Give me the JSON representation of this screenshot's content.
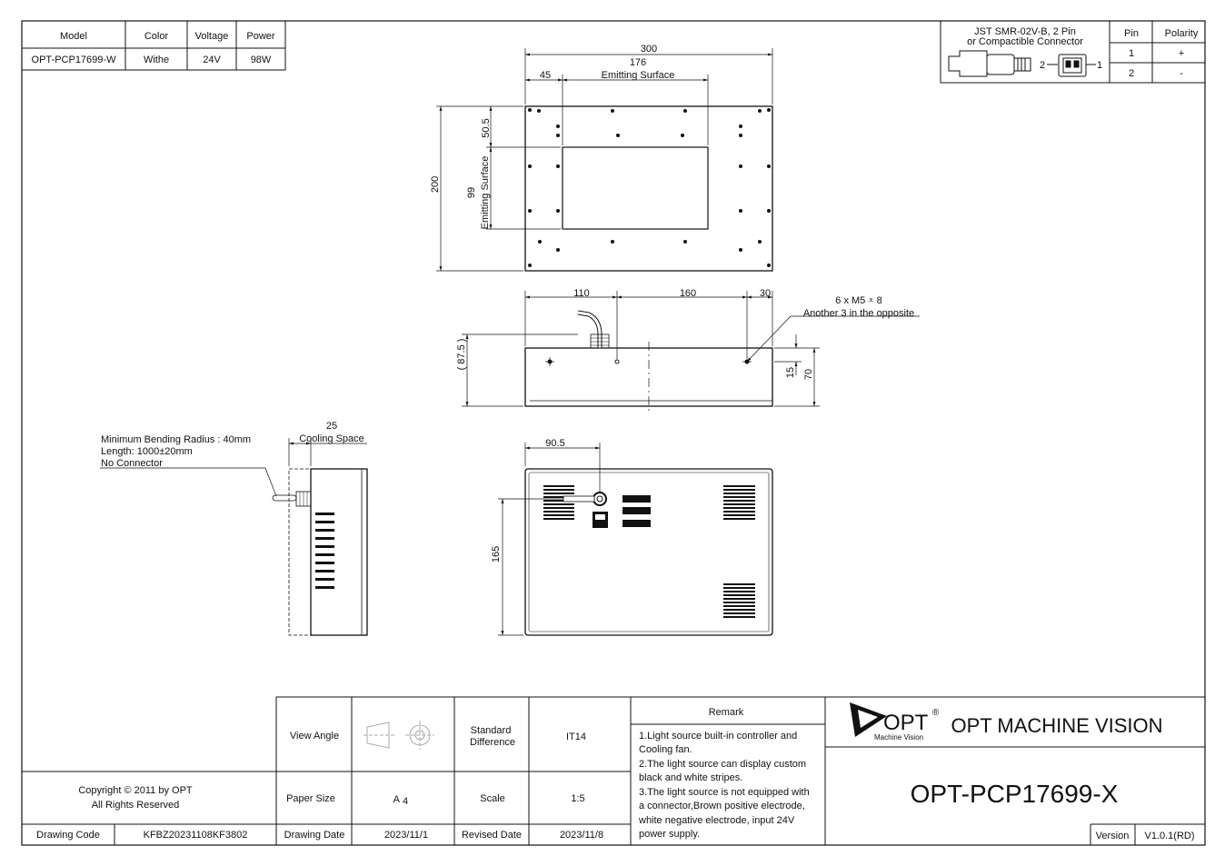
{
  "spec_table": {
    "headers": [
      "Model",
      "Color",
      "Voltage",
      "Power"
    ],
    "row": [
      "OPT-PCP17699-W",
      "Withe",
      "24V",
      "98W"
    ]
  },
  "connector_table": {
    "title_line1": "JST SMR-02V-B, 2 Pin",
    "title_line2": "or Compactible Connector",
    "pin_label_left": "2",
    "pin_label_right": "1",
    "headers": [
      "Pin",
      "Polarity"
    ],
    "rows": [
      [
        "1",
        "+"
      ],
      [
        "2",
        "-"
      ]
    ]
  },
  "front_view": {
    "dim_width": "300",
    "dim_emit_width": "176",
    "dim_emit_width_label": "Emitting Surface",
    "dim_offset": "45",
    "dim_height": "200",
    "dim_top_offset": "50.5",
    "dim_emit_height": "99",
    "dim_emit_height_label": "Emitting Surface"
  },
  "side_view": {
    "dim_110": "110",
    "dim_160": "160",
    "dim_30": "30",
    "thread_note": "6 x M5 ⩡ 8",
    "thread_note2": "Another 3 in the opposite",
    "dim_875": "( 87.5 )",
    "dim_15": "15",
    "dim_70": "70"
  },
  "end_view": {
    "dim_25": "25",
    "cooling_label": "Cooling Space",
    "cable_note1": "Minimum Bending Radius : 40mm",
    "cable_note2": "Length: 1000±20mm",
    "cable_note3": "No Connector"
  },
  "back_view": {
    "dim_905": "90.5",
    "dim_165": "165"
  },
  "title_block": {
    "copyright1": "Copyright © 2011 by OPT",
    "copyright2": "All Rights Reserved",
    "drawing_code_label": "Drawing Code",
    "drawing_code": "KFBZ20231108KF3802",
    "view_angle_label": "View Angle",
    "std_diff_label1": "Standard",
    "std_diff_label2": "Difference",
    "std_diff": "IT14",
    "paper_size_label": "Paper Size",
    "paper_size": "A",
    "paper_size_sub": "4",
    "scale_label": "Scale",
    "scale": "1:5",
    "drawing_date_label": "Drawing Date",
    "drawing_date": "2023/11/1",
    "revised_date_label": "Revised Date",
    "revised_date": "2023/11/8",
    "remark_label": "Remark",
    "remarks": [
      "1.Light source built-in controller and",
      "Cooling fan.",
      "2.The light source can display custom",
      "black and white stripes.",
      "3.The light source is not equipped with",
      "a connector,Brown positive electrode,",
      "white negative electrode, input 24V",
      "power supply."
    ],
    "logo_text": "OPT",
    "logo_sub": "Machine Vision",
    "logo_reg": "®",
    "company": "OPT MACHINE VISION",
    "part_number": "OPT-PCP17699-X",
    "version_label": "Version",
    "version": "V1.0.1(RD)"
  }
}
